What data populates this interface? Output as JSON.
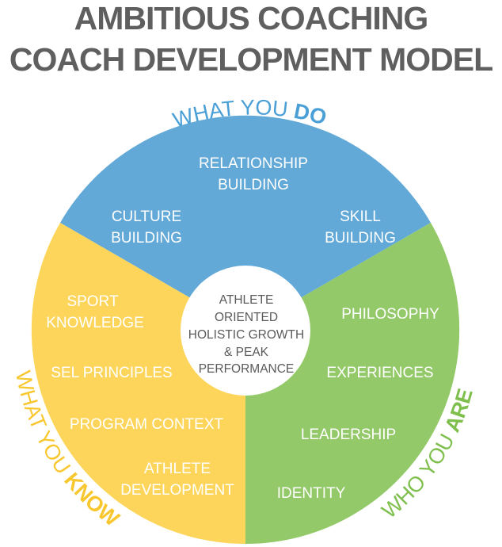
{
  "title": {
    "line1": "AMBITIOUS COACHING",
    "line2": "COACH DEVELOPMENT MODEL"
  },
  "colors": {
    "title": "#5f5f5f",
    "blue": "#62a9d8",
    "yellow": "#fdd55b",
    "green": "#93c968",
    "blue_text": "#4a9fd6",
    "yellow_text": "#f8c72d",
    "green_text": "#7fbf4d",
    "center_text": "#5a5a5a"
  },
  "center": {
    "lines": [
      "ATHLETE",
      "ORIENTED",
      "HOLISTIC GROWTH",
      "& PEAK",
      "PERFORMANCE"
    ]
  },
  "segments": {
    "do": {
      "arc_label_light": "WHAT YOU ",
      "arc_label_bold": "DO",
      "items": [
        {
          "lines": [
            "RELATIONSHIP",
            "BUILDING"
          ]
        },
        {
          "lines": [
            "CULTURE",
            "BUILDING"
          ]
        },
        {
          "lines": [
            "SKILL",
            "BUILDING"
          ]
        }
      ]
    },
    "know": {
      "arc_label_light": "WHAT YOU ",
      "arc_label_bold": "KNOW",
      "items": [
        {
          "lines": [
            "SPORT",
            "KNOWLEDGE"
          ]
        },
        {
          "lines": [
            "SEL PRINCIPLES"
          ]
        },
        {
          "lines": [
            "PROGRAM CONTEXT"
          ]
        },
        {
          "lines": [
            "ATHLETE",
            "DEVELOPMENT"
          ]
        }
      ]
    },
    "are": {
      "arc_label_light": "WHO YOU ",
      "arc_label_bold": "ARE",
      "items": [
        {
          "lines": [
            "PHILOSOPHY"
          ]
        },
        {
          "lines": [
            "EXPERIENCES"
          ]
        },
        {
          "lines": [
            "LEADERSHIP"
          ]
        },
        {
          "lines": [
            "IDENTITY"
          ]
        }
      ]
    }
  }
}
